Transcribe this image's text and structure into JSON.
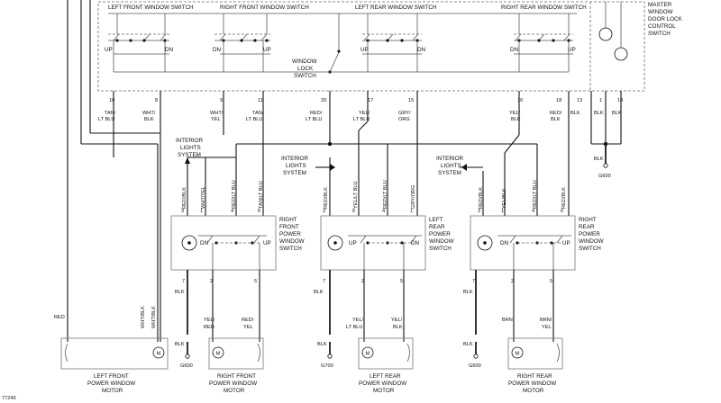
{
  "master_switch": {
    "title": [
      "MASTER",
      "WINDOW",
      "DOOR LOCK",
      "CONTROL",
      "SWITCH"
    ],
    "sections": {
      "left_front": "LEFT FRONT WINDOW SWITCH",
      "right_front": "RIGHT FRONT WINDOW SWITCH",
      "left_rear": "LEFT REAR WINDOW SWITCH",
      "right_rear": "RIGHT REAR WINDOW SWITCH"
    },
    "window_lock": [
      "WINDOW",
      "LOCK",
      "SWITCH"
    ],
    "dir": {
      "up": "UP",
      "dn": "DN"
    },
    "pins": [
      "10",
      "8",
      "9",
      "11",
      "20",
      "17",
      "15",
      "16",
      "18",
      "13",
      "1",
      "14"
    ],
    "wires": [
      [
        "TAN/",
        "LT BLU"
      ],
      [
        "WHT/",
        "BLK"
      ],
      [
        "WHT/",
        "YEL"
      ],
      [
        "TAN/",
        "LT BLU"
      ],
      [
        "RED/",
        "LT BLU"
      ],
      [
        "YEL/",
        "LT BLU"
      ],
      [
        "GRY/",
        "ORG"
      ],
      [
        "YEL/",
        "BLK"
      ],
      [
        "RED/",
        "BLK"
      ],
      [
        "BLK"
      ],
      [
        "BLK"
      ],
      [
        "BLK"
      ]
    ]
  },
  "interior_lights": [
    "INTERIOR",
    "LIGHTS",
    "SYSTEM"
  ],
  "ground_master": {
    "wire": "BLK",
    "label": "G600"
  },
  "door_switches": [
    {
      "name": [
        "RIGHT",
        "FRONT",
        "POWER",
        "WINDOW",
        "SWITCH"
      ],
      "pins": [
        "3",
        "1",
        "4",
        "6",
        "7",
        "2",
        "5"
      ],
      "top_wires": [
        "RED/BLK",
        "WHT/YEL",
        "RED/LT BLU",
        "TAN/LT BLU"
      ]
    },
    {
      "name": [
        "LEFT",
        "REAR",
        "POWER",
        "WINDOW",
        "SWITCH"
      ],
      "pins": [
        "3",
        "6",
        "4",
        "1",
        "7",
        "2",
        "5"
      ],
      "top_wires": [
        "RED/BLK",
        "YEL/LT BLU",
        "RED/LT BLU",
        "GRY/ORG"
      ]
    },
    {
      "name": [
        "RIGHT",
        "REAR",
        "POWER",
        "WINDOW",
        "SWITCH"
      ],
      "pins": [
        "3",
        "1",
        "4",
        "6",
        "7",
        "2",
        "5"
      ],
      "top_wires": [
        "RED/BLK",
        "YEL/BLK",
        "RED/LT BLU",
        "RED/BLK"
      ]
    }
  ],
  "bottom_wires": {
    "blk": "BLK",
    "rf": [
      [
        "YEL/",
        "RED"
      ],
      [
        "RED/",
        "YEL"
      ]
    ],
    "lr": [
      [
        "YEL/",
        "LT BLU"
      ],
      [
        "YEL/",
        "BLK"
      ]
    ],
    "rr": [
      [
        "BRN"
      ],
      [
        "BRN/",
        "YEL"
      ]
    ]
  },
  "left_wires": {
    "red": "RED",
    "wht1": "WHT/BLK",
    "wht2": "WHT/BLK"
  },
  "motors": [
    {
      "name": [
        "LEFT FRONT",
        "POWER WINDOW",
        "MOTOR"
      ]
    },
    {
      "name": [
        "RIGHT FRONT",
        "POWER WINDOW",
        "MOTOR"
      ]
    },
    {
      "name": [
        "LEFT REAR",
        "POWER WINDOW",
        "MOTOR"
      ]
    },
    {
      "name": [
        "RIGHT REAR",
        "POWER WINDOW",
        "MOTOR"
      ]
    }
  ],
  "motor_symbol": "M",
  "grounds": [
    {
      "wire": "BLK",
      "label": "G600"
    },
    {
      "wire": "BLK",
      "label": "G700"
    },
    {
      "wire": "BLK",
      "label": "G600"
    }
  ],
  "figure_id": "77249"
}
